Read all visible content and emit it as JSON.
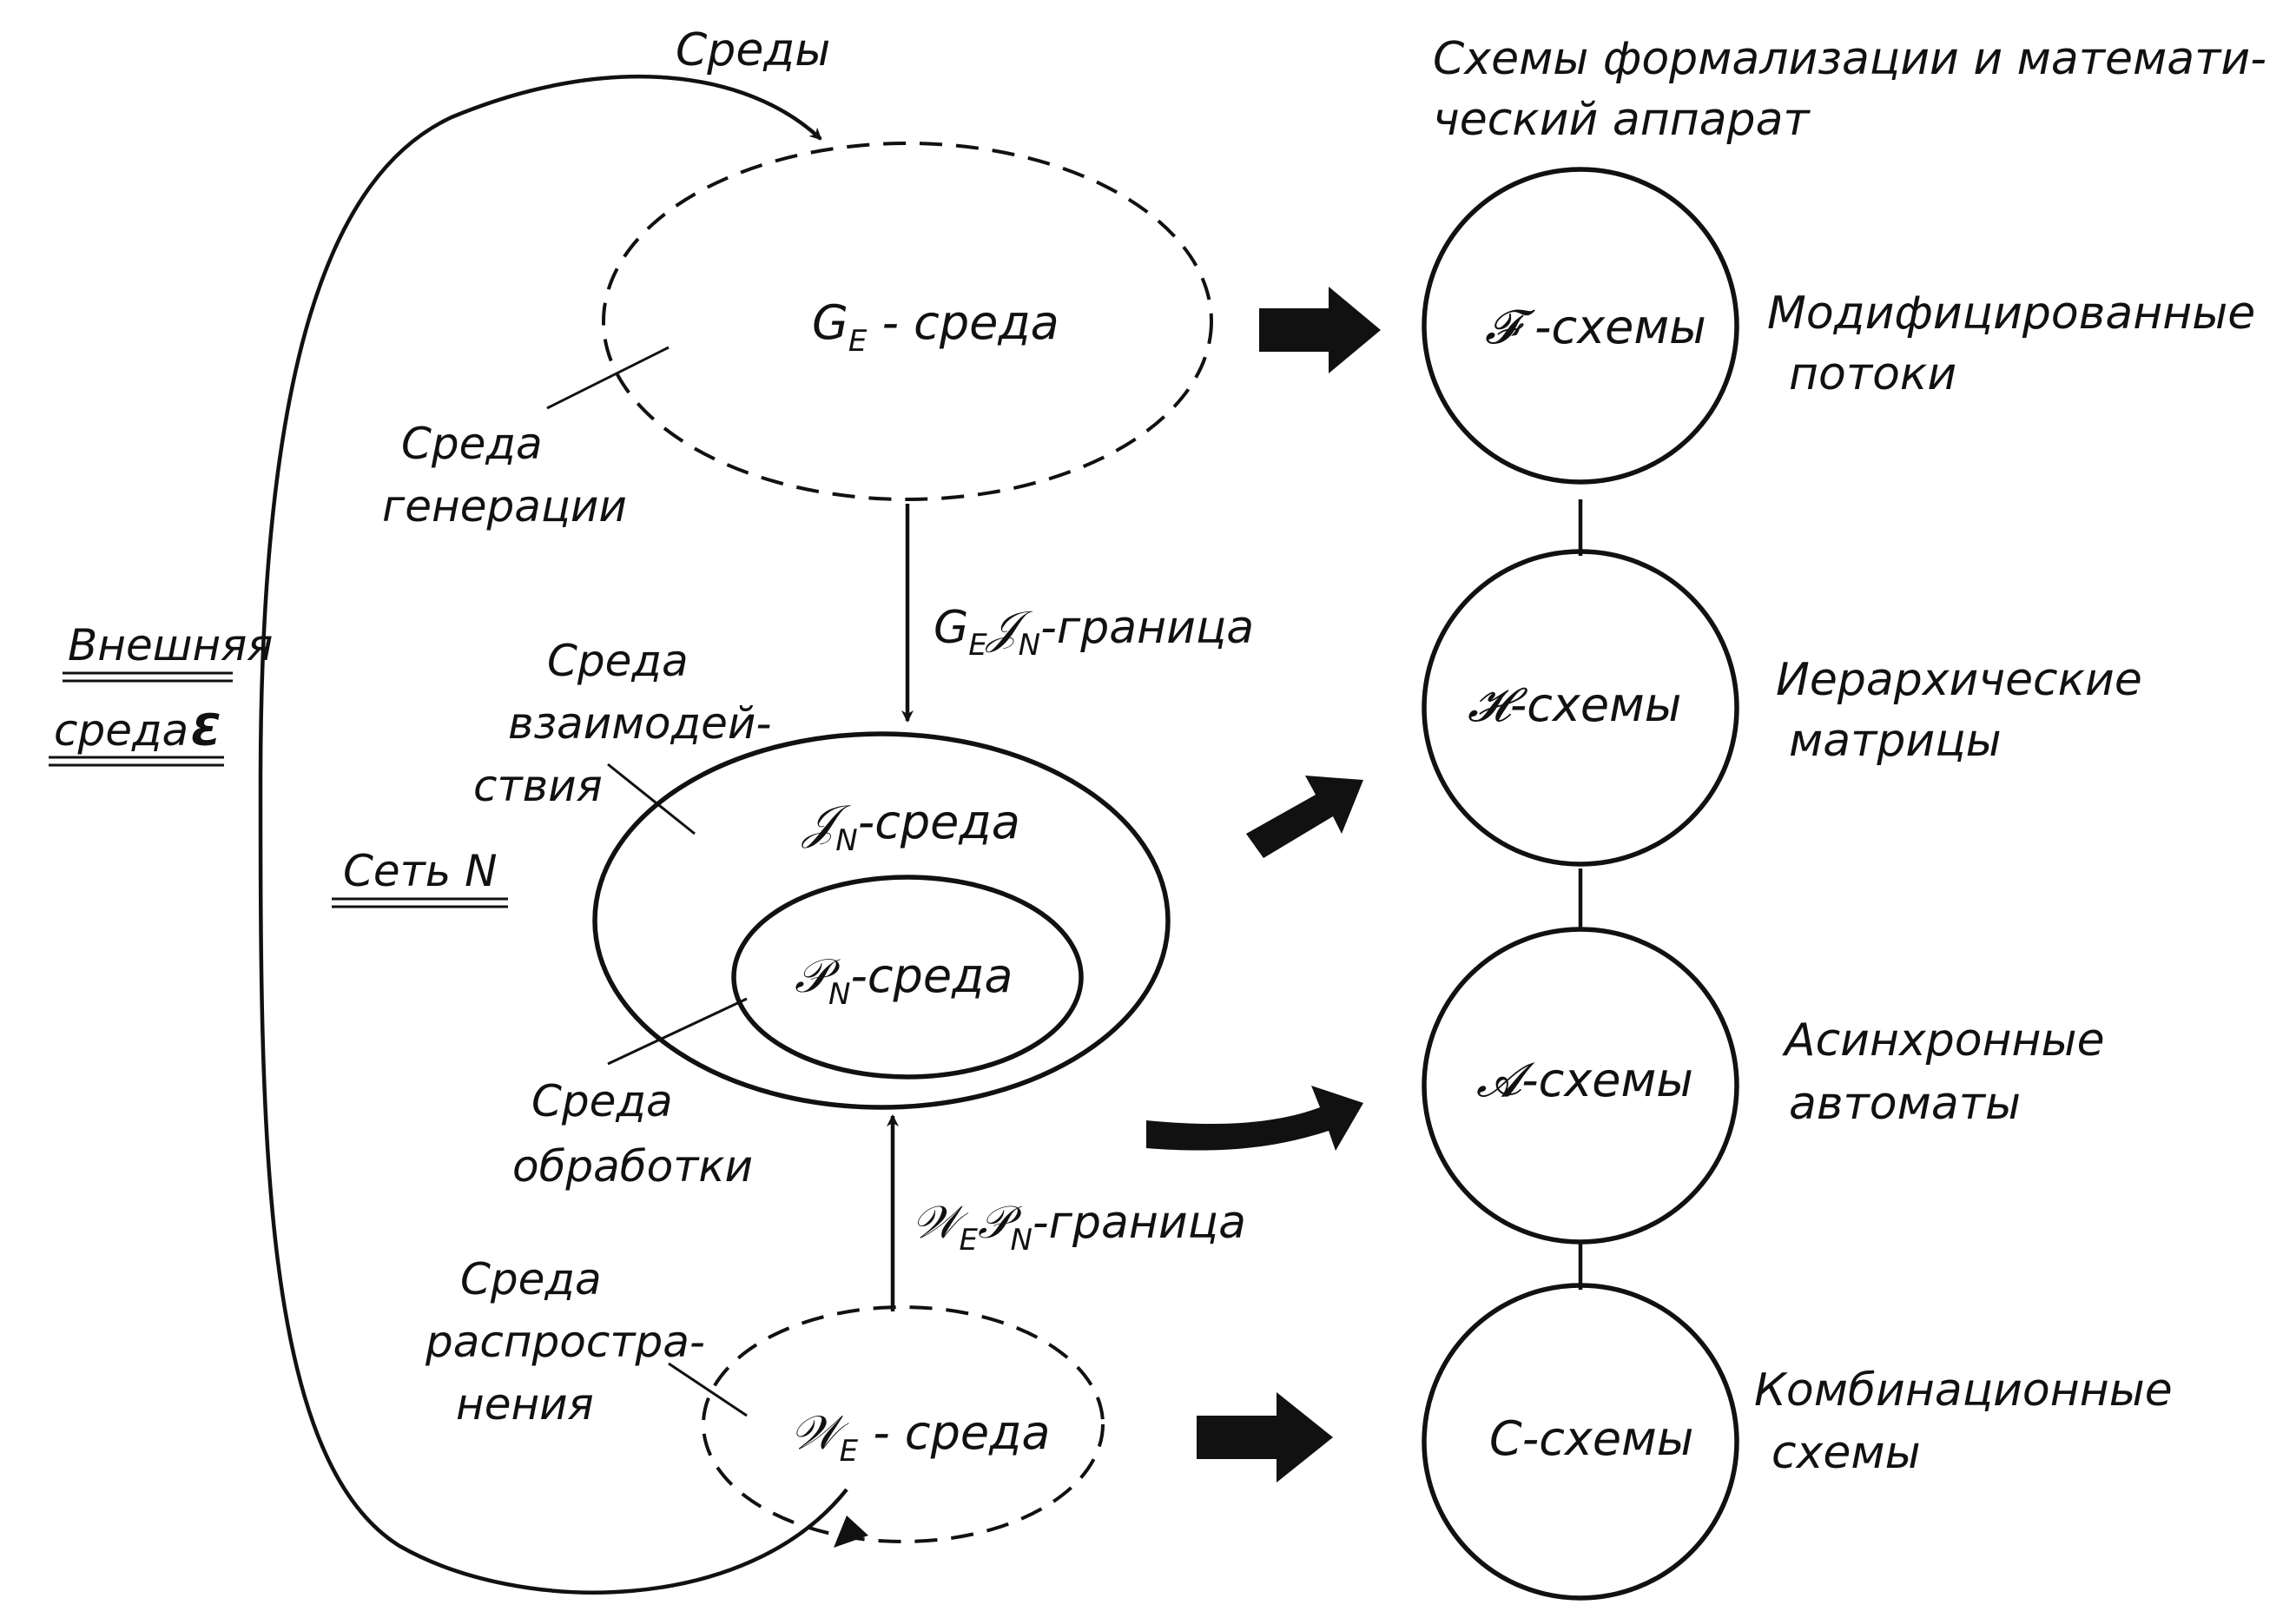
{
  "header": {
    "cycle_label": "Среды",
    "schemes_heading_line1": "Схемы формализации и математи-",
    "schemes_heading_line2": "ческий аппарат"
  },
  "side_labels": {
    "external_line1": "Внешняя",
    "external_line2": "среда",
    "external_symbol": "Ɛ",
    "network": "Сеть N"
  },
  "environments": {
    "generation": {
      "symbol": "G",
      "sub": "E",
      "suffix": " - среда",
      "caption_line1": "Среда",
      "caption_line2": "генерации"
    },
    "interaction": {
      "symbol": "𝒥",
      "sub": "N",
      "suffix": "-среда",
      "caption_line1": "Среда",
      "caption_line2": "взаимодей-",
      "caption_line3": "ствия"
    },
    "processing": {
      "symbol": "𝒫",
      "sub": "N",
      "suffix": "-среда",
      "caption_line1": "Среда",
      "caption_line2": "обработки"
    },
    "propagation": {
      "symbol": "𝒲",
      "sub": "E",
      "suffix": " - среда",
      "caption_line1": "Среда",
      "caption_line2": "распростра-",
      "caption_line3": "нения"
    }
  },
  "boundaries": {
    "top": {
      "sym1": "G",
      "sub1": "E",
      "sym2": "𝒥",
      "sub2": "N",
      "suffix": "-граница"
    },
    "bottom": {
      "sym1": "𝒲",
      "sub1": "E",
      "sym2": "𝒫",
      "sub2": "N",
      "suffix": "-граница"
    }
  },
  "schemes": [
    {
      "label": "𝓕 -схемы",
      "desc_line1": "Модифицированные",
      "desc_line2": "потоки"
    },
    {
      "label": "𝓗-схемы",
      "desc_line1": "Иерархические",
      "desc_line2": "матрицы"
    },
    {
      "label": "𝓐-схемы",
      "desc_line1": "Асинхронные",
      "desc_line2": "автоматы"
    },
    {
      "label": "С-схемы",
      "desc_line1": "Комбинационные",
      "desc_line2": "схемы"
    }
  ]
}
